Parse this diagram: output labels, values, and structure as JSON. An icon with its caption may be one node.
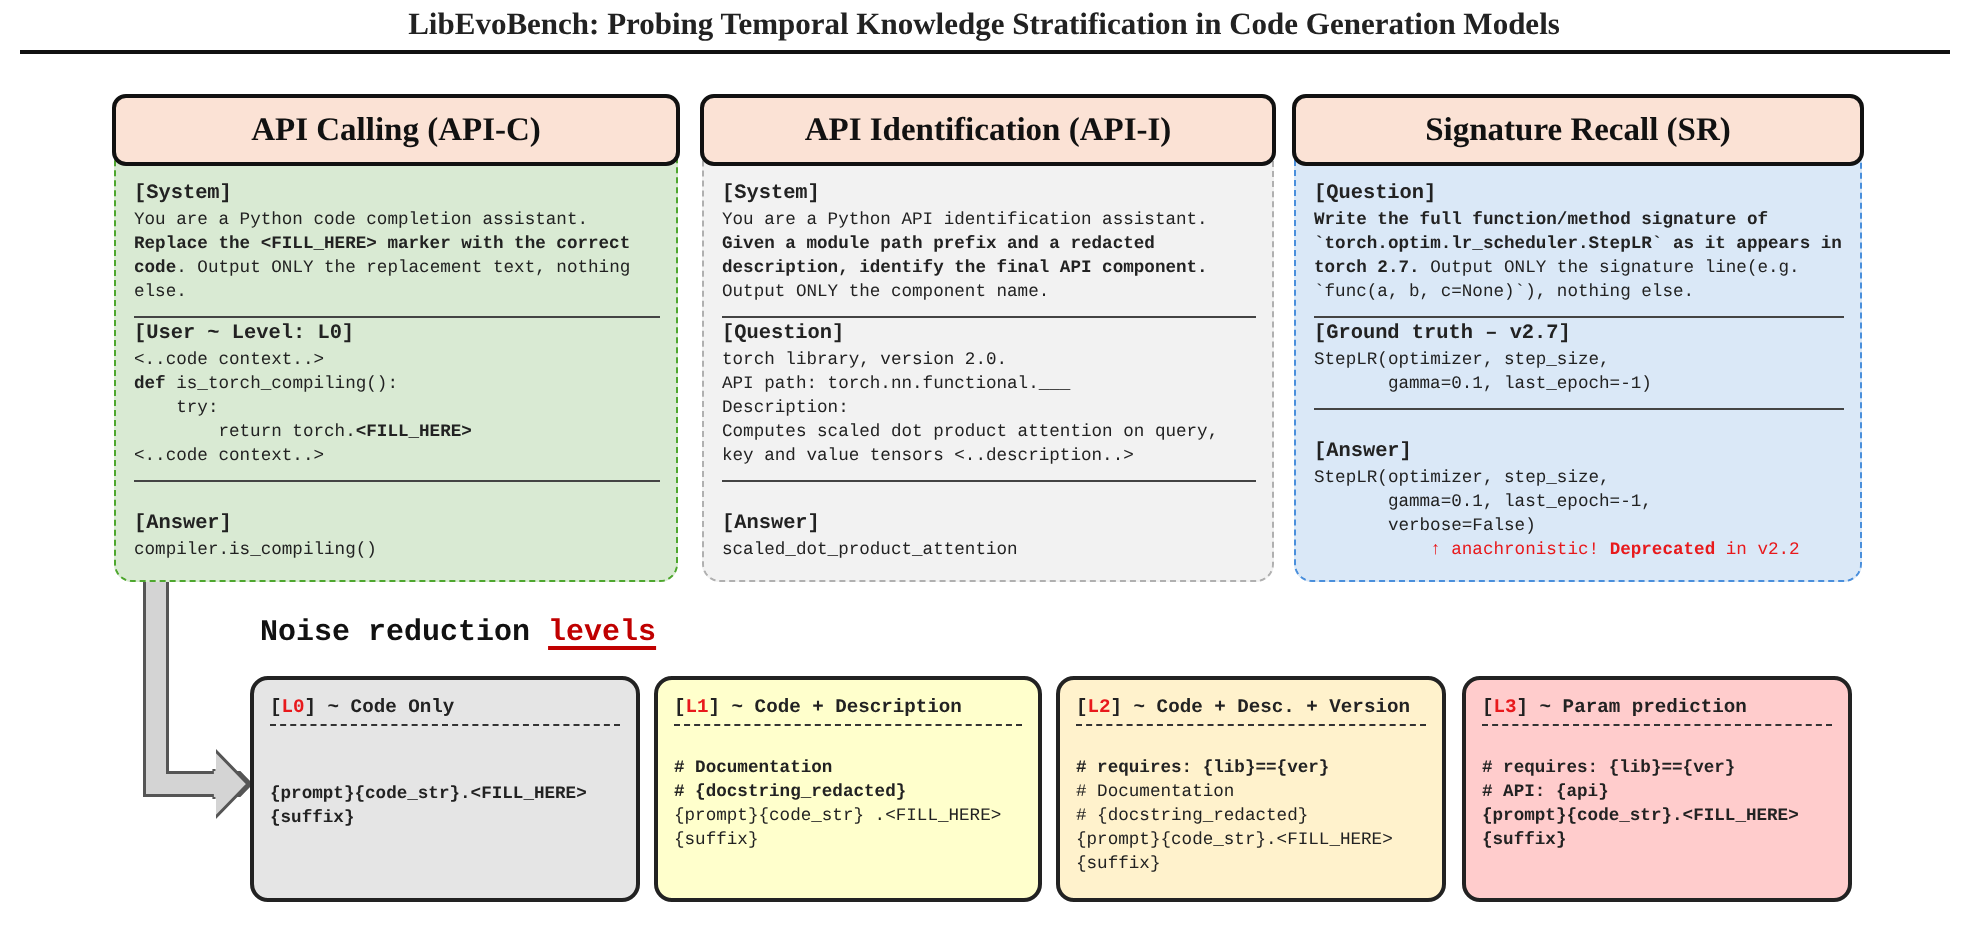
{
  "diagram": {
    "title": "LibEvoBench: Probing Temporal Knowledge Stratification in Code Generation Models",
    "nodes": [
      {
        "text": [
          "API Calling (API-C)",
          "[System]",
          "You are a Python code completion assistant. **Replace the <FILL_HERE> marker with the correct code**. Output ONLY the replacement text, nothing else.",
          "[User ~ Level: L0]",
          "<..code context..>",
          "**def** is_torch_compiling():",
          "try:",
          "return torch.**<FILL_HERE>**",
          "<..code context..>",
          "[Answer]",
          "compiler.is_compiling()"
        ]
      },
      {
        "text": [
          "API Identification (API-I)",
          "[System]",
          "You are a Python API identification assistant. **Given a module path prefix and a redacted description, identify the final API component.** Output ONLY the component name.",
          "[Question]",
          "torch library, version 2.0.",
          "API path: torch.nn.functional.**___**",
          "Description:",
          "Computes scaled dot product attention on query, key and value tensors <..description..>",
          "[Answer]",
          "scaled_dot_product_attention"
        ]
      },
      {
        "text": [
          "Signature Recall (SR)",
          "[Question]",
          "**Write the full function/method signature of `torch.optim.lr_scheduler.StepLR` as it appears in torch 2.7.** Output ONLY the signature line(e.g. `func(a, b, c=None)`), nothing else.",
          "[Ground truth – v2.7]",
          "StepLR(optimizer, step_size,",
          "gamma=0.1, last_epoch=-1)",
          "[Answer]",
          "StepLR(optimizer, step_size,",
          "gamma=0.1, last_epoch=-1,",
          "verbose=False)",
          "↑ anachronistic! **Deprecated** in v2.2"
        ]
      },
      {
        "text": [
          "[L0] ~ Code Only",
          "{prompt}{code_str}.<FILL_HERE>",
          "{suffix}"
        ]
      },
      {
        "text": [
          "[L1] ~ Code + Description",
          "# Documentation",
          "# {docstring_redacted}",
          "{prompt}{code_str} .<FILL_HERE>",
          "{suffix}"
        ]
      },
      {
        "text": [
          "[L2] ~ Code + Desc. + Version",
          "# requires: {lib}=={ver}",
          "# Documentation",
          "# {docstring_redacted}",
          "{prompt}{code_str}.<FILL_HERE>",
          "{suffix}"
        ]
      },
      {
        "text": [
          "[L3] ~ Param prediction",
          "# requires: {lib}=={ver}",
          "# API: {api}",
          "{prompt}{code_str}.<FILL_HERE>",
          "{suffix}"
        ]
      }
    ],
    "edges": [
      {
        "from": 0,
        "to": 3,
        "arrow": "to"
      }
    ],
    "labels": [
      "Noise reduction levels"
    ]
  }
}
